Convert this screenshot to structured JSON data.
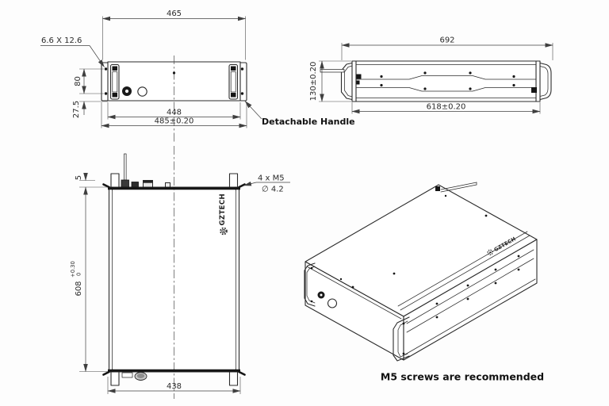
{
  "colors": {
    "line": "#2b2b2b",
    "heavy_line": "#161616",
    "dim_line": "#3f3f3f",
    "text": "#2a2a2a",
    "background": "#fdfdfd"
  },
  "front_view": {
    "dim_overall_width": "465",
    "slot_callout": "6.6 X 12.6",
    "dim_hole_spacing": "80",
    "dim_bottom_offset": "27.5",
    "dim_inner_width": "448",
    "dim_mount_width": "485±0.20",
    "handle_callout": "Detachable Handle"
  },
  "side_view": {
    "dim_overall_length": "692",
    "dim_height": "130±0.20",
    "dim_mount_length": "618±0.20"
  },
  "top_view": {
    "dim_foot_offset": "5",
    "dim_body_length": "608",
    "dim_body_length_tol_upper": "+0.30",
    "dim_body_length_tol_lower": "0",
    "dim_foot_width": "438",
    "screw_callout_line1": "4 x  M5",
    "screw_callout_line2": "∅ 4.2",
    "logo_text": "GZTECH"
  },
  "iso_view": {
    "logo_text": "GZTECH",
    "caption": "M5 screws are recommended"
  }
}
